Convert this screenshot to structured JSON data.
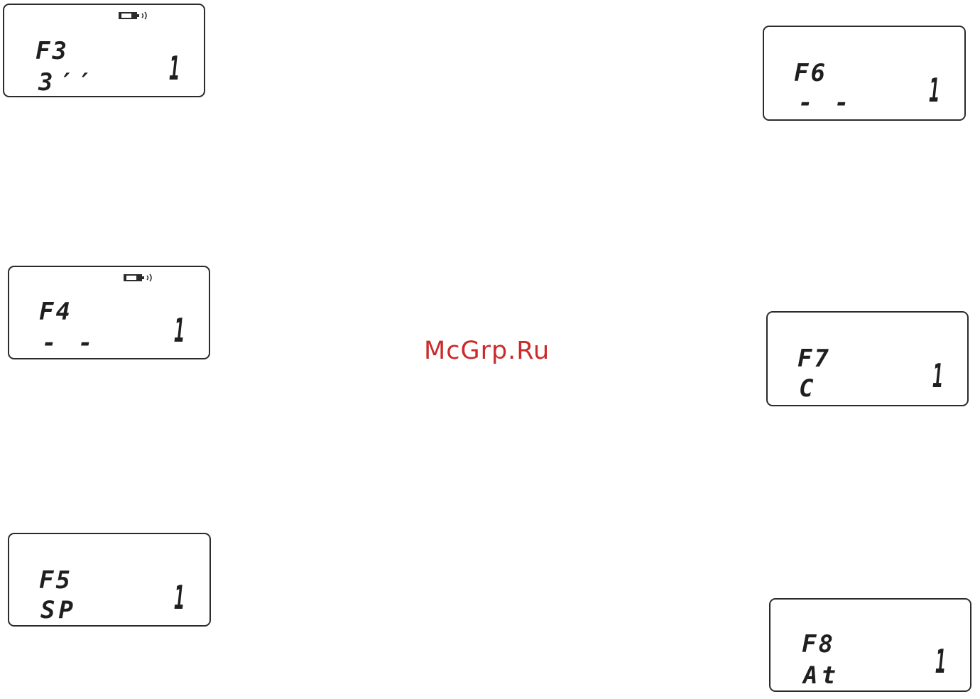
{
  "displays": [
    {
      "code": "F3",
      "param": "3′′",
      "value": "1",
      "battery": true
    },
    {
      "code": "F4",
      "param": "- -",
      "value": "1",
      "battery": true
    },
    {
      "code": "F5",
      "param": "SP",
      "value": "1",
      "battery": false
    },
    {
      "code": "F6",
      "param": "- -",
      "value": "1",
      "battery": false
    },
    {
      "code": "F7",
      "param": "C",
      "value": "1",
      "battery": false
    },
    {
      "code": "F8",
      "param": "At",
      "value": "1",
      "battery": false
    }
  ],
  "watermark": "McGrp.Ru",
  "colors": {
    "ink": "#1f1f1f",
    "watermark": "#cc2a2a"
  },
  "icons": {
    "battery": "battery-sound-icon"
  }
}
